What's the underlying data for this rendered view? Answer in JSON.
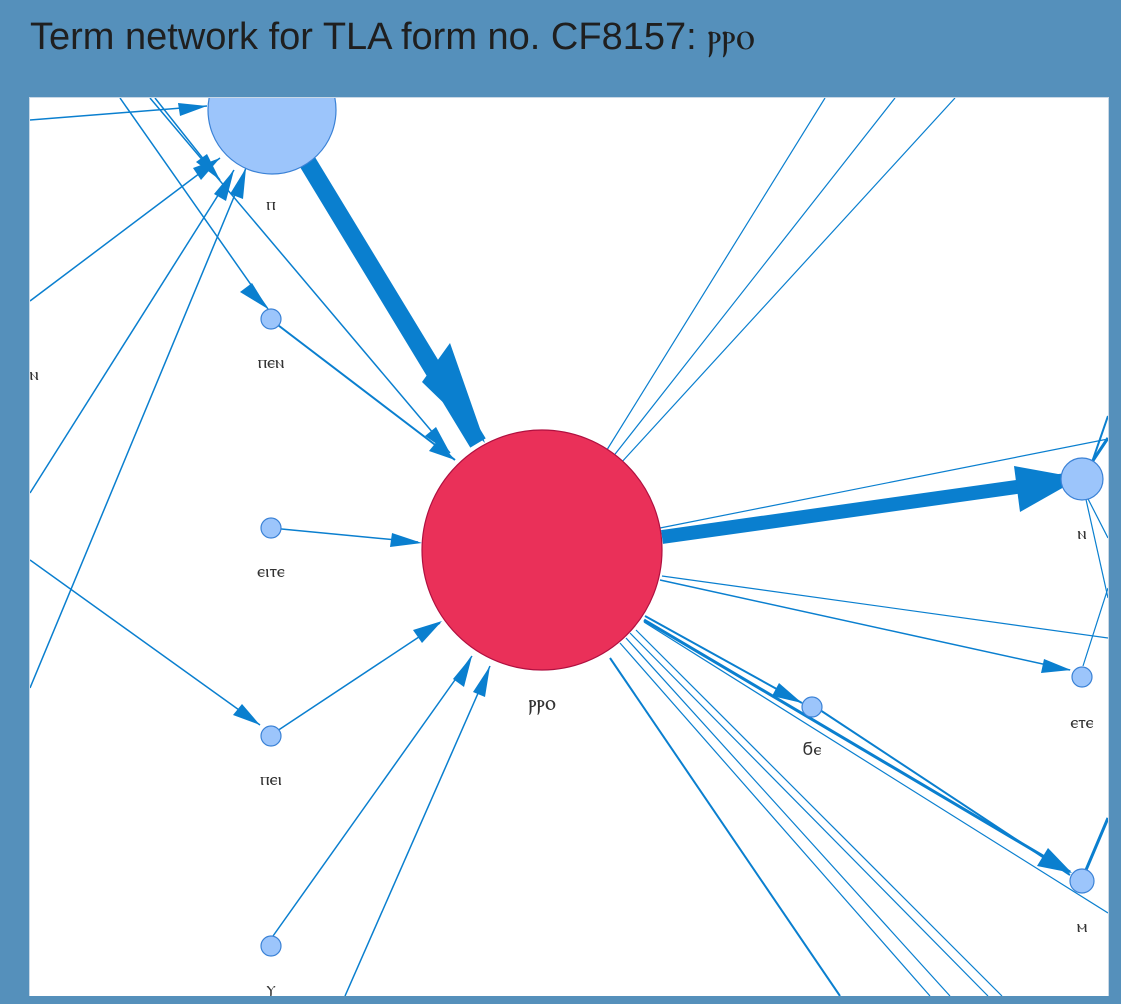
{
  "title": {
    "prefix": "Term network for TLA form no. CF8157: ",
    "form": "ⲣⲣⲟ"
  },
  "colors": {
    "background": "#5590bb",
    "edge": "#0a7fcf",
    "node": "#9cc5fb",
    "center_node": "#ea3059"
  },
  "graph": {
    "center": {
      "label": "ⲣⲣⲟ"
    },
    "nodes": [
      {
        "id": "p",
        "label": "ⲡ"
      },
      {
        "id": "pen",
        "label": "ⲡⲉⲛ"
      },
      {
        "id": "eite",
        "label": "ⲉⲓⲧⲉ"
      },
      {
        "id": "pei",
        "label": "ⲡⲉⲓ"
      },
      {
        "id": "y",
        "label": "ⲩ"
      },
      {
        "id": "n_left",
        "label": "ⲛ"
      },
      {
        "id": "n",
        "label": "ⲛ"
      },
      {
        "id": "ete",
        "label": "ⲉⲧⲉ"
      },
      {
        "id": "ce",
        "label": "ϭⲉ"
      },
      {
        "id": "m",
        "label": "ⲙ"
      }
    ]
  }
}
